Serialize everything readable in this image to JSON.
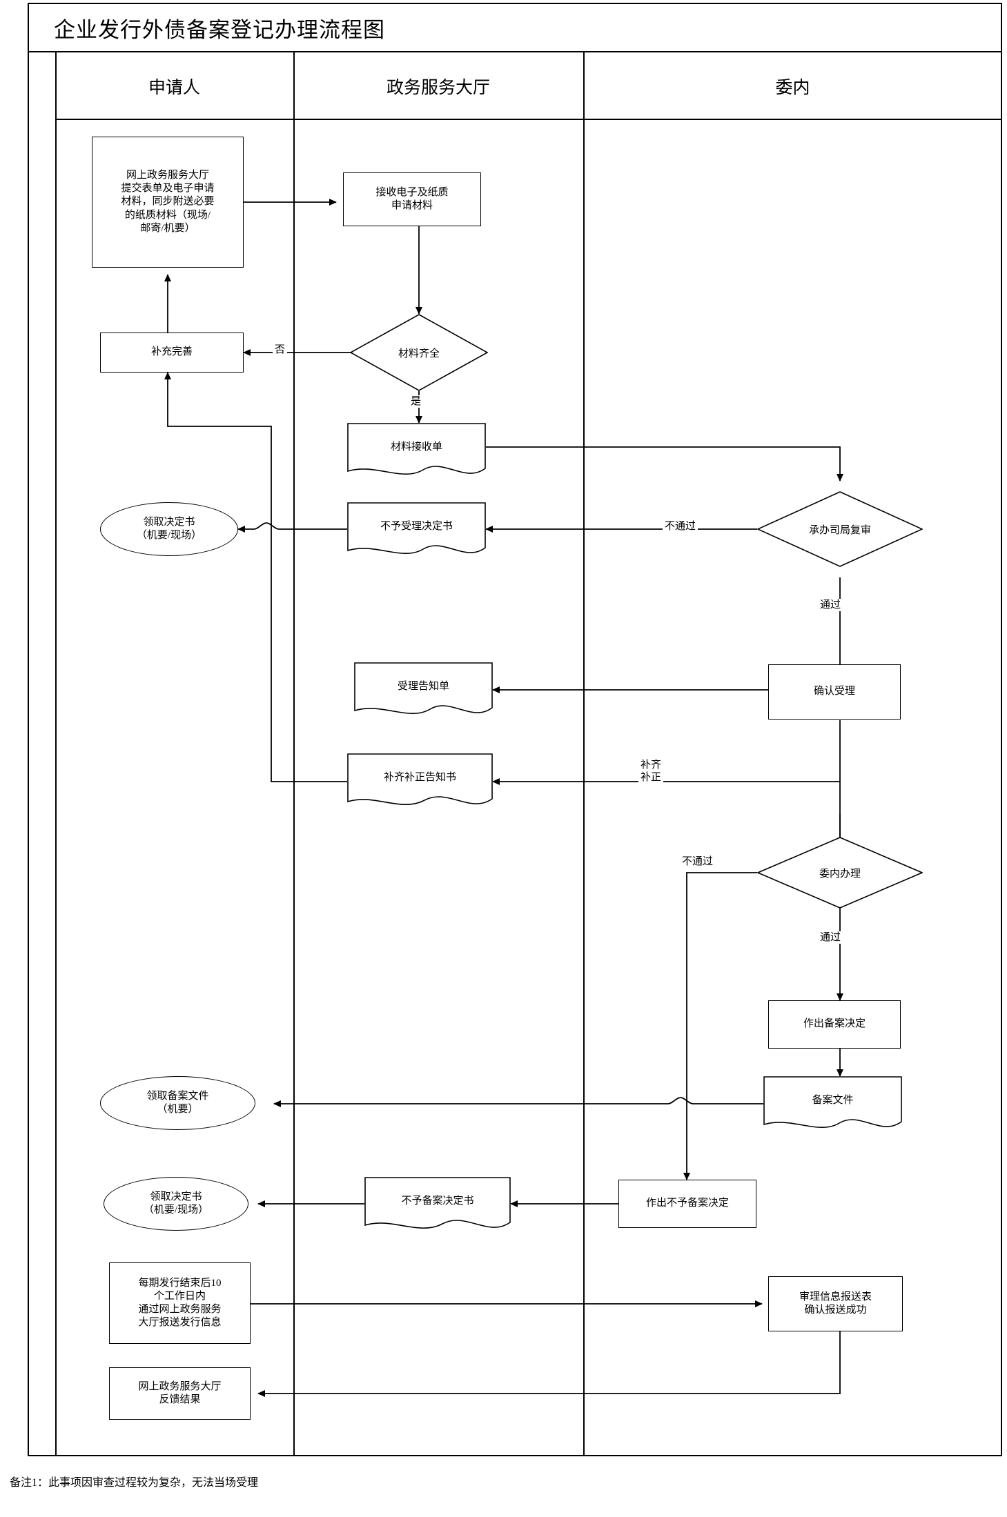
{
  "title": "企业发行外债备案登记办理流程图",
  "lanes": [
    {
      "id": "applicant",
      "label": "申请人"
    },
    {
      "id": "service-hall",
      "label": "政务服务大厅"
    },
    {
      "id": "internal",
      "label": "委内"
    }
  ],
  "nodes": {
    "online_submit": "网上政务服务大厅提交表单及电子申请材料，同步附送必要的纸质材料（现场/邮寄/机要）",
    "receive_materials": "接收电子及纸质申请材料",
    "supplement": "补充完善",
    "materials_complete": "材料齐全",
    "material_receipt": "材料接收单",
    "pickup_decision_1": "领取决定书（机要/现场）",
    "reject_acceptance_doc": "不予受理决定书",
    "dept_review": "承办司局复审",
    "acceptance_notice": "受理告知单",
    "confirm_acceptance": "确认受理",
    "correction_notice": "补齐补正告知书",
    "internal_handle": "委内办理",
    "make_record_decision": "作出备案决定",
    "record_file": "备案文件",
    "pickup_record_file": "领取备案文件（机要）",
    "pickup_decision_2": "领取决定书（机要/现场）",
    "no_record_doc": "不予备案决定书",
    "make_no_record_decision": "作出不予备案决定",
    "report_issue_info": "每期发行结束后10个工作日内通过网上政务服务大厅报送发行信息",
    "review_info_form": "审理信息报送表确认报送成功",
    "feedback_result": "网上政务服务大厅反馈结果"
  },
  "node_lines": {
    "online_submit": [
      "网上政务服务大厅",
      "提交表单及电子申请",
      "材料，同步附送必要",
      "的纸质材料（现场/",
      "邮寄/机要）"
    ],
    "receive_materials": [
      "接收电子及纸质",
      "申请材料"
    ],
    "pickup_decision_1": [
      "领取决定书",
      "（机要/现场）"
    ],
    "pickup_record_file": [
      "领取备案文件",
      "（机要）"
    ],
    "pickup_decision_2": [
      "领取决定书",
      "（机要/现场）"
    ],
    "report_issue_info": [
      "每期发行结束后10",
      "个工作日内",
      "通过网上政务服务",
      "大厅报送发行信息"
    ],
    "review_info_form": [
      "审理信息报送表",
      "确认报送成功"
    ],
    "feedback_result": [
      "网上政务服务大厅",
      "反馈结果"
    ]
  },
  "edge_labels": {
    "no_complete": "否",
    "yes_complete": "是",
    "review_fail": "不通过",
    "review_pass": "通过",
    "correction": "补齐\n补正",
    "correction_line1": "补齐",
    "correction_line2": "补正",
    "internal_fail": "不通过",
    "internal_pass": "通过"
  },
  "footnote": "备注1：此事项因审查过程较为复杂，无法当场受理",
  "colors": {
    "stroke": "#000000",
    "background": "#ffffff"
  }
}
